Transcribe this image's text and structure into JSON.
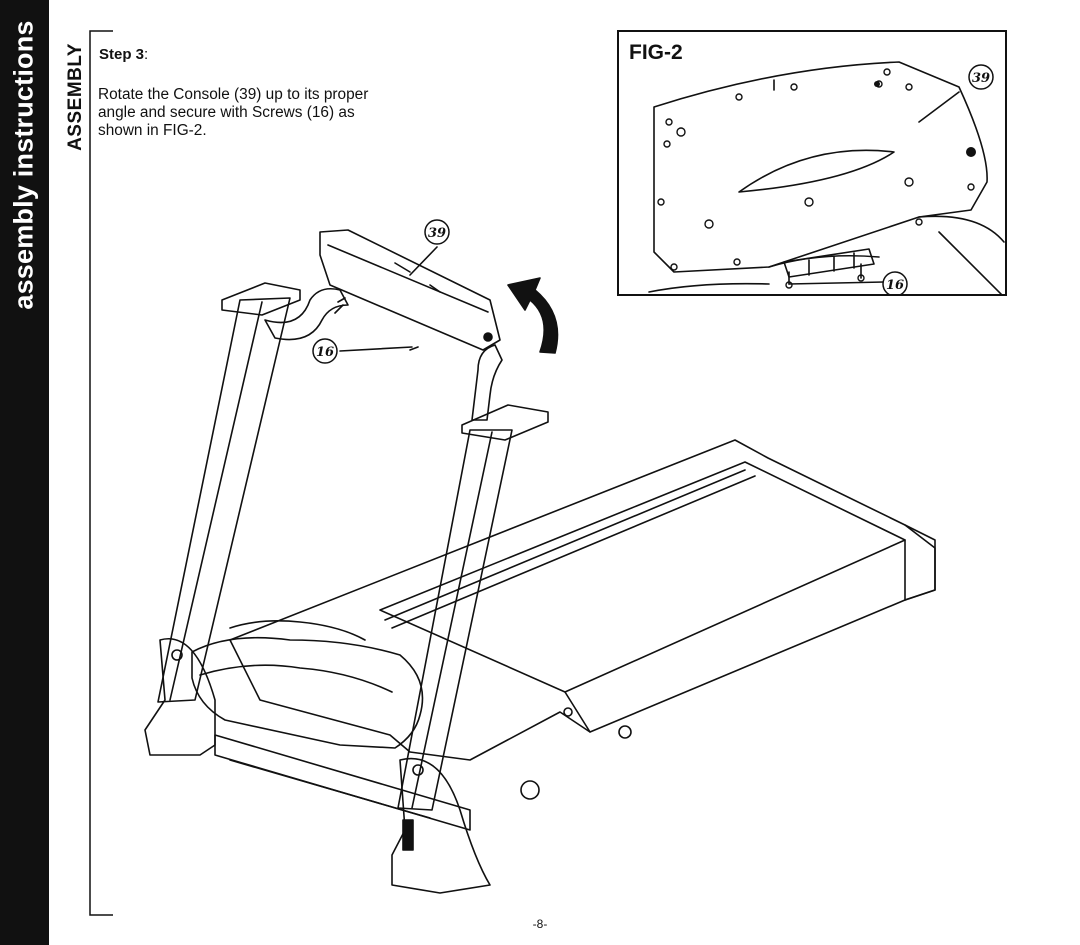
{
  "side_tab": {
    "label": "assembly instructions"
  },
  "section": {
    "label": "ASSEMBLY"
  },
  "step": {
    "title_bold": "Step 3",
    "title_suffix": ":",
    "lines": [
      "Rotate the Console (39) up to its proper",
      "angle and secure with Screws (16) as",
      "shown in FIG-2."
    ]
  },
  "figure": {
    "title": "FIG-2"
  },
  "callouts": {
    "console": "39",
    "screws": "16"
  },
  "page": {
    "number": "-8-"
  },
  "colors": {
    "tab_background": "#111111",
    "tab_text": "#ffffff",
    "line_art": "#111111"
  }
}
